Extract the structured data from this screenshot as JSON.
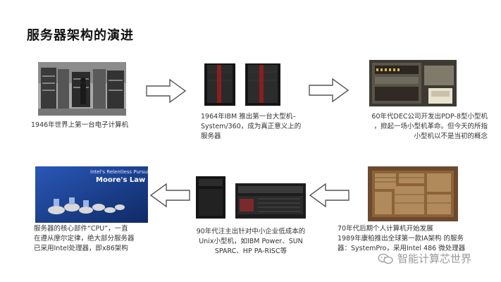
{
  "title": "服务器架构的演进",
  "stages": [
    {
      "caption": [
        "1946年世界上第一台电子计算机"
      ]
    },
    {
      "caption": [
        "1964年IBM 推出第一台大型机–",
        "System/360，成为真正意义上的",
        "服务器"
      ]
    },
    {
      "caption": [
        "60年代DEC公司开发出PDP-8型小型机",
        "，掀起一场小型机革命。但今天的所指",
        "小型机以不是当初的概念"
      ]
    },
    {
      "caption": [
        "70年代后期个人计算机开始发展",
        "1989年康柏推出全球第一款IA架构 的服务",
        "器：SystemPro，采用Intel 486 微处理器"
      ]
    },
    {
      "caption": [
        "90年代注主出针对中小企业低成本的",
        "Unix小型机，如IBM Power、SUN",
        "SPARC、HP PA-RISC等"
      ]
    },
    {
      "caption": [
        "服务器的核心部件“CPU”，一直",
        "在遵从摩尔定律，绝大部分服务器",
        "已采用Intel处理器，即x86架构"
      ]
    }
  ],
  "moore_image": {
    "line1": "Intel's Relentless Pursuit of",
    "line2": "Moore's Law"
  },
  "watermark": "智能计算芯世界"
}
